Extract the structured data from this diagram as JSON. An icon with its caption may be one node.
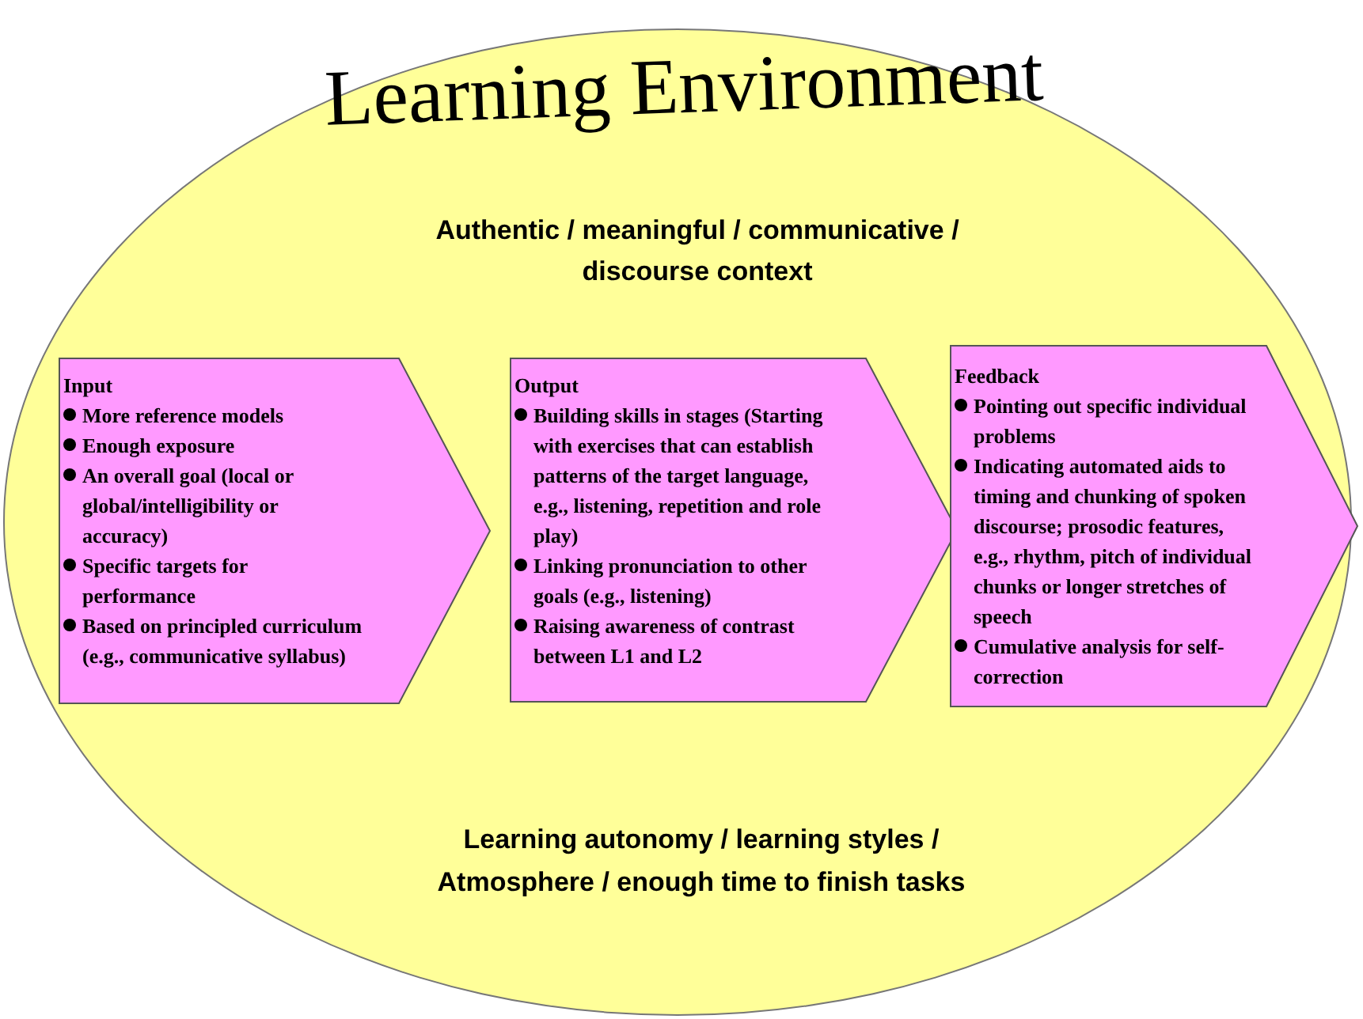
{
  "diagram": {
    "nodes": [
      {
        "text": [
          "Learning Environment",
          "Authentic / meaningful / communicative / discourse context",
          "Learning autonomy / learning styles / Atmosphere / enough time to finish tasks"
        ]
      },
      {
        "text": [
          "Input",
          "More reference models",
          "Enough exposure",
          "An overall goal (local or global/intelligibility or accuracy)",
          "Specific targets for performance",
          "Based on principled curriculum  (e.g., communicative syllabus)"
        ],
        "in": 0
      },
      {
        "text": [
          "Output",
          "Building skills in stages (Starting with exercises that can establish patterns of the target language, e.g., listening, repetition and role play)",
          "Linking pronunciation to other goals (e.g., listening)",
          "Raising awareness of contrast between L1 and L2"
        ],
        "in": 0
      },
      {
        "text": [
          "Feedback",
          "Pointing out specific individual problems",
          "Indicating automated aids to timing and chunking of spoken discourse; prosodic features, e.g., rhythm, pitch of individual chunks or longer stretches of speech",
          "Cumulative analysis for self-correction"
        ],
        "in": 0
      }
    ]
  }
}
